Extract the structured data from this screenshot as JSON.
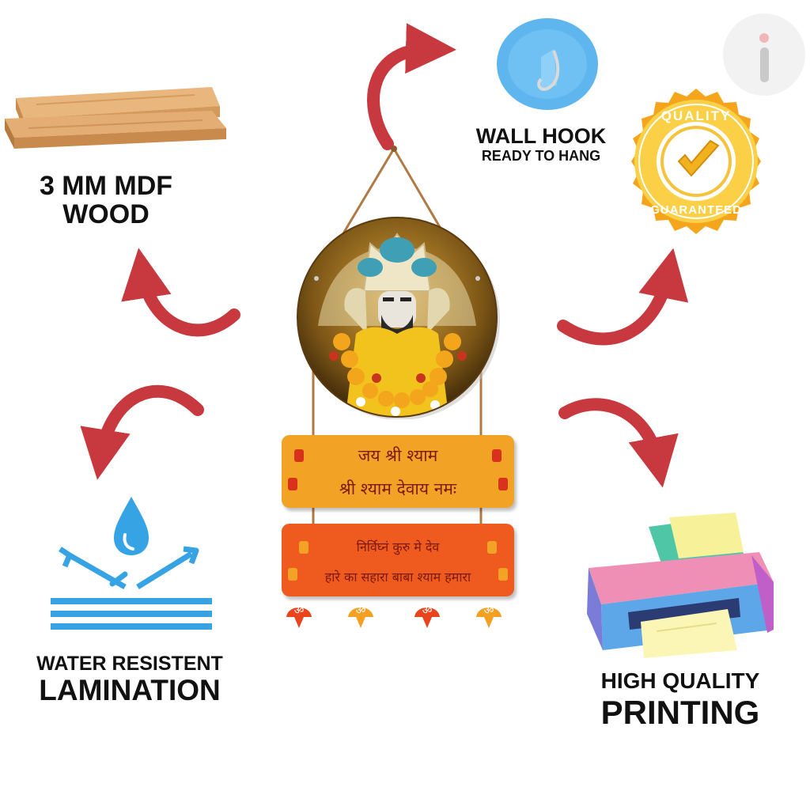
{
  "features": {
    "mdf": {
      "line1": "3 MM MDF",
      "line2": "WOOD",
      "icon": "wood-planks-icon"
    },
    "hook": {
      "line1": "WALL HOOK",
      "line2": "READY TO HANG",
      "icon": "wall-hook-icon"
    },
    "quality": {
      "top": "QUALITY",
      "bottom": "GUARANTEED",
      "icon": "quality-badge-icon"
    },
    "water": {
      "line1": "WATER RESISTENT",
      "line2": "LAMINATION",
      "icon": "water-drop-icon"
    },
    "printing": {
      "line1": "HIGH QUALITY",
      "line2": "PRINTING",
      "icon": "printer-icon"
    }
  },
  "product": {
    "board1": {
      "line1": "जय श्री श्याम",
      "line2": "श्री श्याम देवाय नमः"
    },
    "board2": {
      "line1": "निर्विघ्नं कुरु मे देव",
      "line2": "हारे का सहारा बाबा श्याम हमारा"
    },
    "bell_symbol": "ॐ"
  },
  "colors": {
    "arrow": "#c8393f",
    "board_top": "#f2a224",
    "board_bottom": "#ef5a1e",
    "water_blue": "#39a6e6",
    "gold": "#f5b51c"
  }
}
